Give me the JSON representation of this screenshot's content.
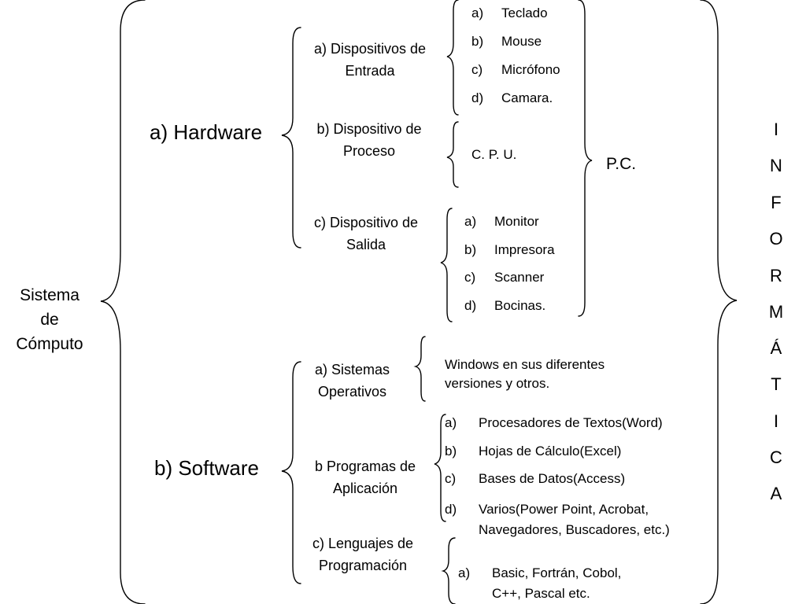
{
  "root": {
    "line1": "Sistema",
    "line2": "de",
    "line3": "Cómputo"
  },
  "side_title": [
    "I",
    "N",
    "F",
    "O",
    "R",
    "M",
    "Á",
    "T",
    "I",
    "C",
    "A"
  ],
  "pc_label": "P.C.",
  "hardware": {
    "label": "a) Hardware",
    "entrada": {
      "line1": "a)  Dispositivos de",
      "line2": "Entrada",
      "items": [
        {
          "mark": "a)",
          "text": "Teclado"
        },
        {
          "mark": "b)",
          "text": "Mouse"
        },
        {
          "mark": "c)",
          "text": "Micrófono"
        },
        {
          "mark": "d)",
          "text": "Camara."
        }
      ]
    },
    "proceso": {
      "line1": "b)  Dispositivo de",
      "line2": "Proceso",
      "item": "C. P.  U."
    },
    "salida": {
      "line1": "c)  Dispositivo de",
      "line2": "Salida",
      "items": [
        {
          "mark": "a)",
          "text": "Monitor"
        },
        {
          "mark": "b)",
          "text": "Impresora"
        },
        {
          "mark": "c)",
          "text": "Scanner"
        },
        {
          "mark": "d)",
          "text": "Bocinas."
        }
      ]
    }
  },
  "software": {
    "label": "b) Software",
    "sistemas": {
      "line1": "a)  Sistemas",
      "line2": "Operativos",
      "text_line1": "Windows  en sus diferentes",
      "text_line2": "versiones  y otros."
    },
    "aplicacion": {
      "line1": "b Programas de",
      "line2": "Aplicación",
      "items": [
        {
          "mark": "a)",
          "text": "Procesadores de Textos(Word)"
        },
        {
          "mark": "b)",
          "text": "Hojas de Cálculo(Excel)"
        },
        {
          "mark": "c)",
          "text": "Bases de Datos(Access)"
        },
        {
          "mark": "d)",
          "text": "Varios(Power Point, Acrobat,",
          "text2": "Navegadores, Buscadores, etc.)"
        }
      ]
    },
    "lenguajes": {
      "line1": "c)  Lenguajes de",
      "line2": "Programación",
      "item_mark": "a)",
      "item_line1": "Basic, Fortrán, Cobol,",
      "item_line2": "C++, Pascal etc."
    }
  }
}
